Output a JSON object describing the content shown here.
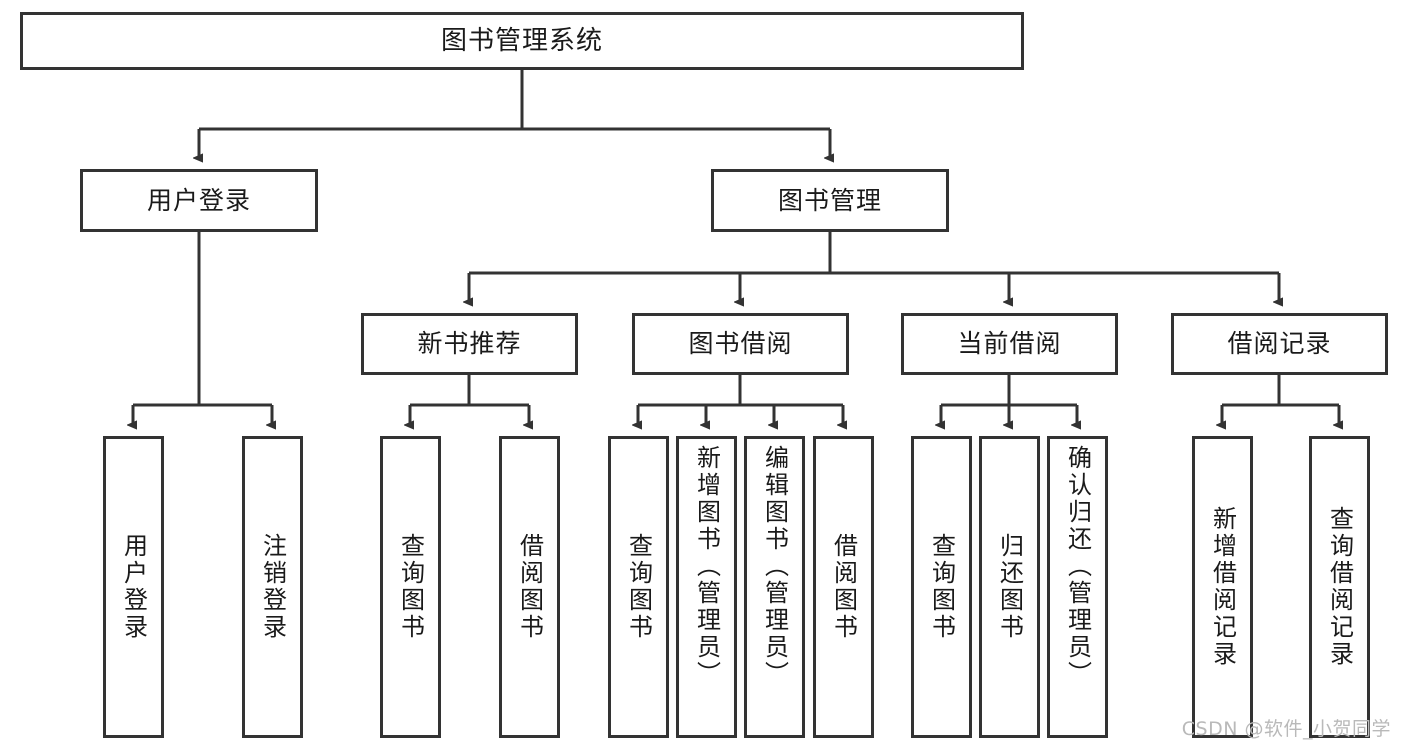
{
  "diagram": {
    "type": "tree-hierarchy-diagram",
    "title": "图书管理系统",
    "colors": {
      "stroke": "#333333",
      "fill": "#ffffff",
      "text": "#1a1a1a",
      "watermark": "#b9b9b9"
    },
    "watermark": "CSDN @软件_小贺同学",
    "nodes": {
      "root": {
        "label": "图书管理系统"
      },
      "level2": [
        {
          "label": "用户登录"
        },
        {
          "label": "图书管理"
        }
      ],
      "level3": [
        {
          "label": "新书推荐"
        },
        {
          "label": "图书借阅"
        },
        {
          "label": "当前借阅"
        },
        {
          "label": "借阅记录"
        }
      ],
      "leaves": {
        "user_login": [
          {
            "label": "用户登录"
          },
          {
            "label": "注销登录"
          }
        ],
        "new_book_recommend": [
          {
            "label": "查询图书"
          },
          {
            "label": "借阅图书"
          }
        ],
        "book_borrow": [
          {
            "label": "查询图书"
          },
          {
            "label": "新增图书（管理员）"
          },
          {
            "label": "编辑图书（管理员）"
          },
          {
            "label": "借阅图书"
          }
        ],
        "current_borrow": [
          {
            "label": "查询图书"
          },
          {
            "label": "归还图书"
          },
          {
            "label": "确认归还（管理员）"
          }
        ],
        "borrow_record": [
          {
            "label": "新增借阅记录"
          },
          {
            "label": "查询借阅记录"
          }
        ]
      }
    }
  }
}
